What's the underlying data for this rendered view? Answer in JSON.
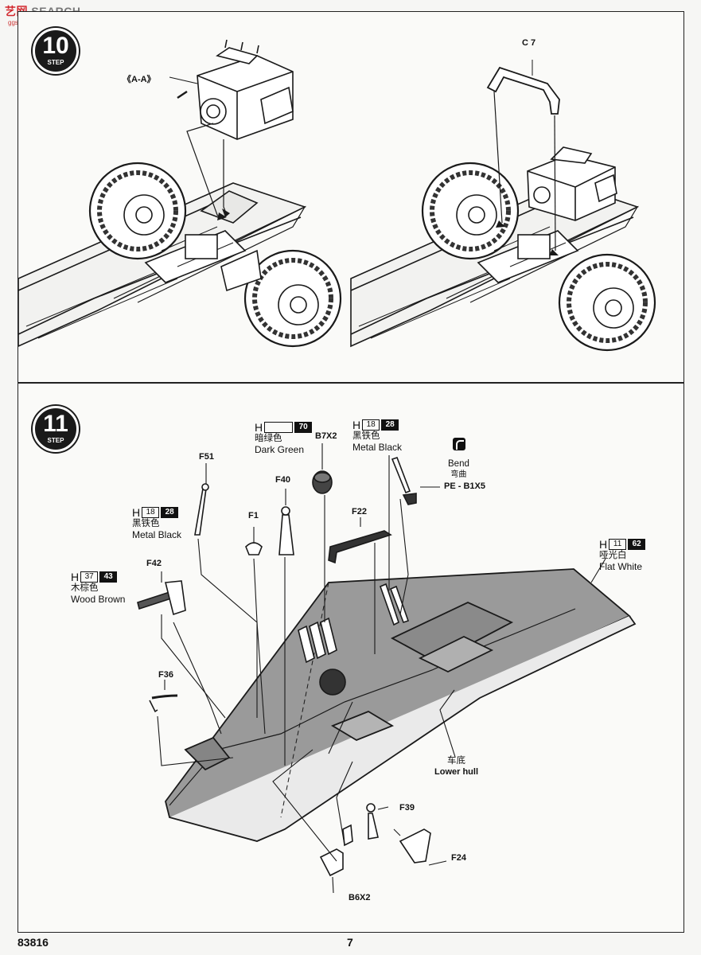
{
  "watermark": {
    "logo_part1": "艺",
    "logo_part2": "网",
    "text": "SEARCH",
    "subtext": "ggs.com"
  },
  "step10": {
    "step_number": "10",
    "step_label": "STEP",
    "labels": {
      "aa": "《A-A》",
      "c7": "C 7"
    }
  },
  "step11": {
    "step_number": "11",
    "step_label": "STEP",
    "parts": {
      "f51": "F51",
      "f40": "F40",
      "f1": "F1",
      "b7x2": "B7X2",
      "f22": "F22",
      "f42": "F42",
      "f36": "F36",
      "f39": "F39",
      "f24": "F24",
      "b6x2": "B6X2",
      "pe": "PE - B1X5"
    },
    "bend": {
      "en": "Bend",
      "cn": "弯曲"
    },
    "lower_hull": {
      "cn": "车底",
      "en": "Lower hull"
    },
    "colors": {
      "dark_green": {
        "prefix": "H",
        "code1": "",
        "code2": "70",
        "cn": "暗绿色",
        "en": "Dark Green"
      },
      "metal_black_top": {
        "prefix": "H",
        "code1": "18",
        "code2": "28",
        "cn": "黑铁色",
        "en": "Metal  Black"
      },
      "metal_black_left": {
        "prefix": "H",
        "code1": "18",
        "code2": "28",
        "cn": "黑铁色",
        "en": "Metal  Black"
      },
      "wood_brown": {
        "prefix": "H",
        "code1": "37",
        "code2": "43",
        "cn": "木棕色",
        "en": "Wood Brown"
      },
      "flat_white": {
        "prefix": "H",
        "code1": "11",
        "code2": "62",
        "cn": "哑光白",
        "en": "Flat White"
      }
    }
  },
  "footer": {
    "catalog": "83816",
    "page": "7"
  }
}
